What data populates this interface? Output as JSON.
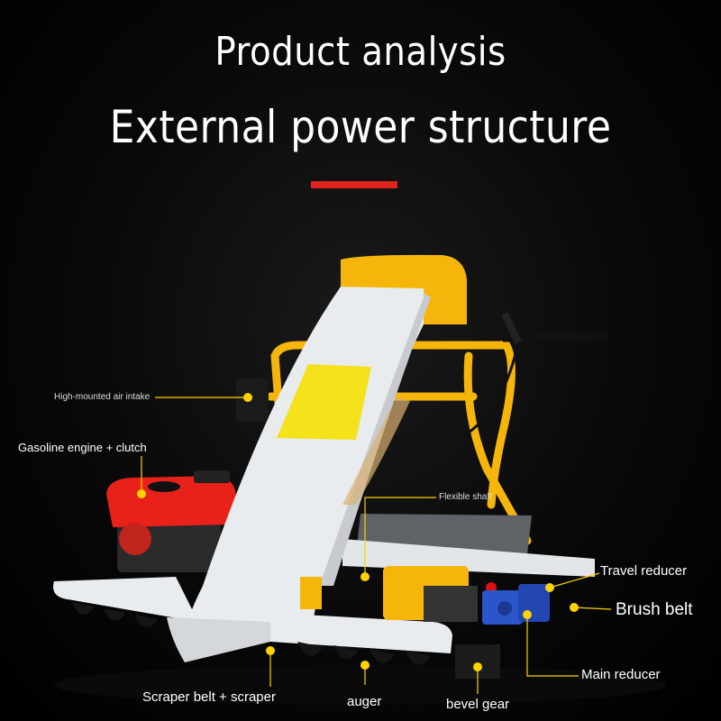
{
  "titles": {
    "line1": "Product analysis",
    "line2": "External power structure"
  },
  "colors": {
    "background": "#000000",
    "accent_bar": "#e0231c",
    "leader_line": "#ffd200",
    "machine_yellow": "#f5b50a",
    "machine_white": "#e9ecee",
    "engine_red": "#e8221a",
    "reducer_blue": "#2b55c9"
  },
  "labels": {
    "air_intake": "High-mounted air intake",
    "engine": "Gasoline engine + clutch",
    "flexible_shaft": "Flexible shaft",
    "travel_reducer": "Travel reducer",
    "brush_belt": "Brush belt",
    "main_reducer": "Main reducer",
    "scraper": "Scraper belt + scraper",
    "auger": "auger",
    "bevel_gear": "bevel gear"
  }
}
